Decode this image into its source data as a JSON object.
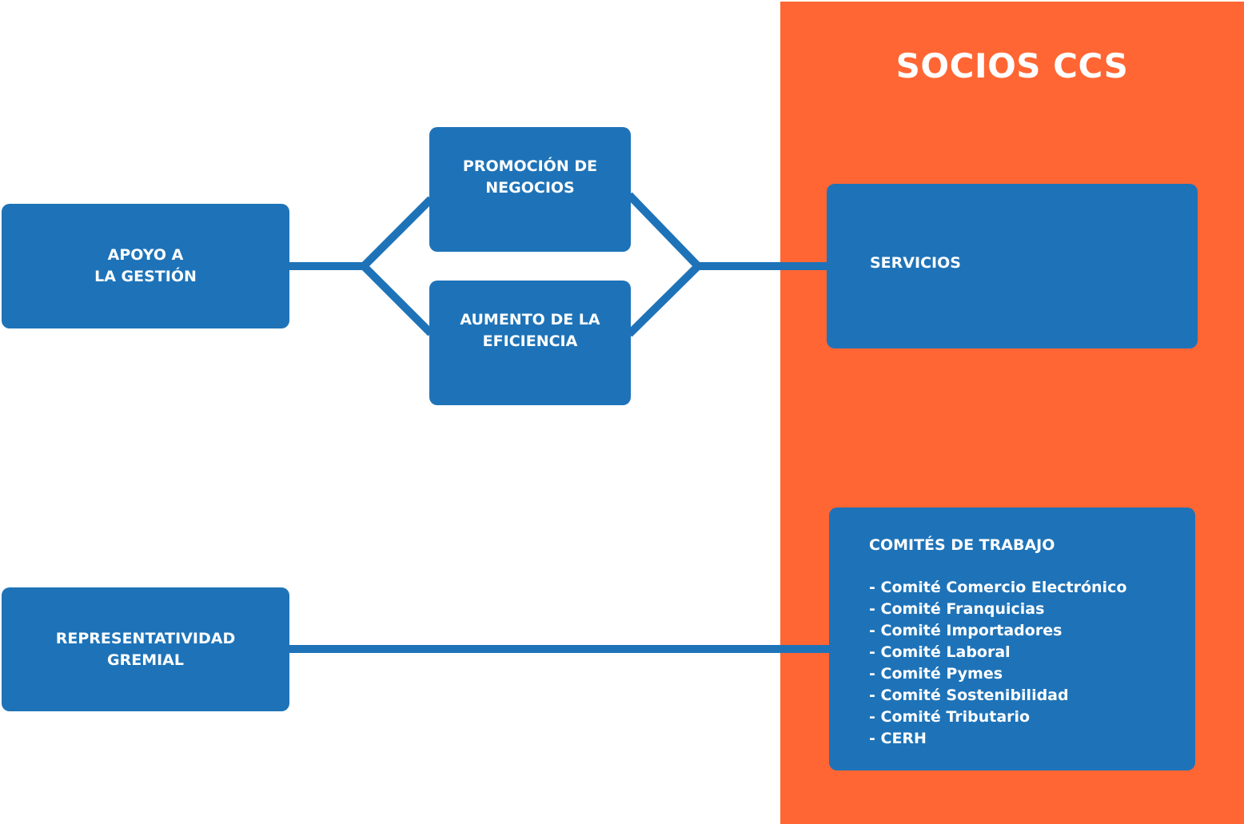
{
  "panel": {
    "title": "SOCIOS CCS",
    "color": "#FF6633"
  },
  "colors": {
    "box": "#1E73B8",
    "connector": "#1E73B8",
    "text": "#FFFFFF"
  },
  "nodes": {
    "apoyo": "APOYO A\nLA GESTIÓN",
    "promocion": "PROMOCIÓN DE\nNEGOCIOS",
    "aumento": "AUMENTO DE LA\nEFICIENCIA",
    "representatividad": "REPRESENTATIVIDAD\nGREMIAL",
    "servicios": "SERVICIOS"
  },
  "comites": {
    "title": "COMITÉS DE TRABAJO",
    "items": [
      "- Comité Comercio Electrónico",
      "- Comité Franquicias",
      "- Comité Importadores",
      "- Comité Laboral",
      "- Comité Pymes",
      "- Comité Sostenibilidad",
      "- Comité Tributario",
      "- CERH"
    ]
  }
}
